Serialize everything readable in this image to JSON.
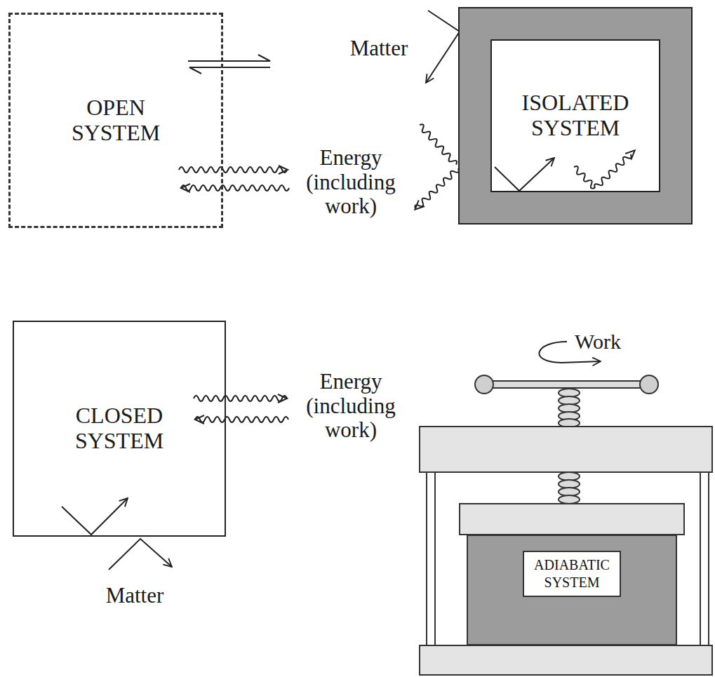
{
  "diagram": {
    "nodes": [
      {
        "text": [
          "OPEN SYSTEM"
        ]
      },
      {
        "text": [
          "ISOLATED SYSTEM"
        ]
      },
      {
        "text": [
          "CLOSED SYSTEM"
        ]
      },
      {
        "text": [
          "ADIABATIC SYSTEM"
        ]
      }
    ],
    "labels": [
      "Matter",
      "Energy (including work)",
      "Work",
      "Energy (including work)",
      "Matter"
    ]
  }
}
